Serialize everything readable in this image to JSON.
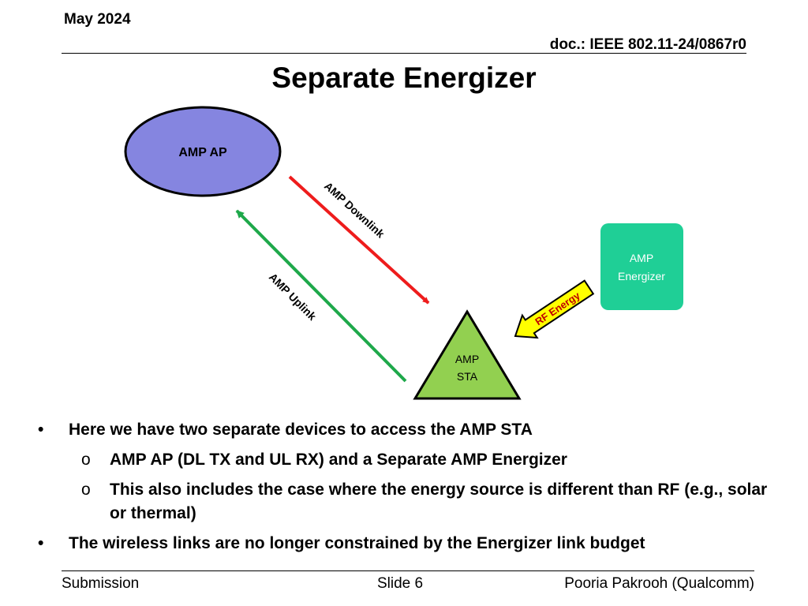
{
  "header": {
    "date": "May 2024",
    "doc": "doc.: IEEE 802.11-24/0867r0"
  },
  "title": "Separate Energizer",
  "diagram": {
    "ap_label": "AMP AP",
    "energizer_label": [
      "AMP",
      "Energizer"
    ],
    "sta_label": [
      "AMP",
      "STA"
    ],
    "downlink_label": "AMP Downlink",
    "uplink_label": "AMP Uplink",
    "rf_label": "RF Energy",
    "colors": {
      "ap_fill": "#8585e0",
      "energizer_fill": "#1fcf96",
      "sta_fill": "#92d050",
      "downlink": "#ee1c1c",
      "uplink": "#1ea84a",
      "rf_fill": "#ffff00"
    }
  },
  "bullets": [
    {
      "marker": "•",
      "text": "Here we have two separate devices to access the AMP STA",
      "sub": [
        {
          "marker": "o",
          "text": "AMP AP (DL TX and UL RX) and a Separate AMP Energizer"
        },
        {
          "marker": "o",
          "text": "This also includes the case where the energy source is different than RF (e.g., solar or thermal)"
        }
      ]
    },
    {
      "marker": "•",
      "text": "The wireless links are no longer constrained by the Energizer link budget",
      "sub": []
    }
  ],
  "footer": {
    "left": "Submission",
    "center": "Slide 6",
    "right": "Pooria Pakrooh (Qualcomm)"
  }
}
